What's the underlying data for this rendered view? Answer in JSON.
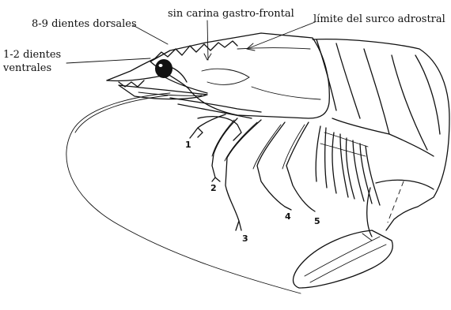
{
  "labels": {
    "dorsal_teeth": "8-9 dientes dorsales",
    "gastro_frontal": "sin carina gastro-frontal",
    "adrostral_groove": "límite del surco adrostral",
    "ventral_teeth_line1": "1-2 dientes",
    "ventral_teeth_line2": "ventrales"
  },
  "legs": [
    "1",
    "2",
    "3",
    "4",
    "5"
  ],
  "colors": {
    "ink": "#111111",
    "background": "#ffffff"
  }
}
